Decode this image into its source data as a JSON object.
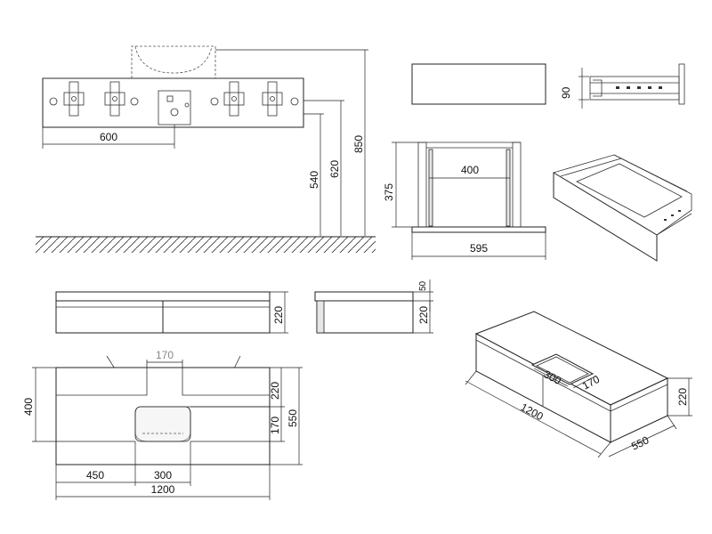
{
  "elevation": {
    "width_600": "600",
    "height_540": "540",
    "height_620": "620",
    "height_850": "850"
  },
  "drawer_front": {
    "height_90": "90"
  },
  "drawer_frame": {
    "inner_400": "400",
    "height_375": "375",
    "outer_595": "595"
  },
  "front_view": {
    "height_220": "220",
    "top_50": "50"
  },
  "plan_view": {
    "sink_170": "170",
    "depth_400": "400",
    "right_220": "220",
    "right_170": "170",
    "total_550": "550",
    "offset_450": "450",
    "sink_300": "300",
    "total_1200": "1200"
  },
  "iso_view": {
    "sink_300": "300",
    "sink_170": "170",
    "length_1200": "1200",
    "depth_550": "550",
    "height_220": "220"
  }
}
